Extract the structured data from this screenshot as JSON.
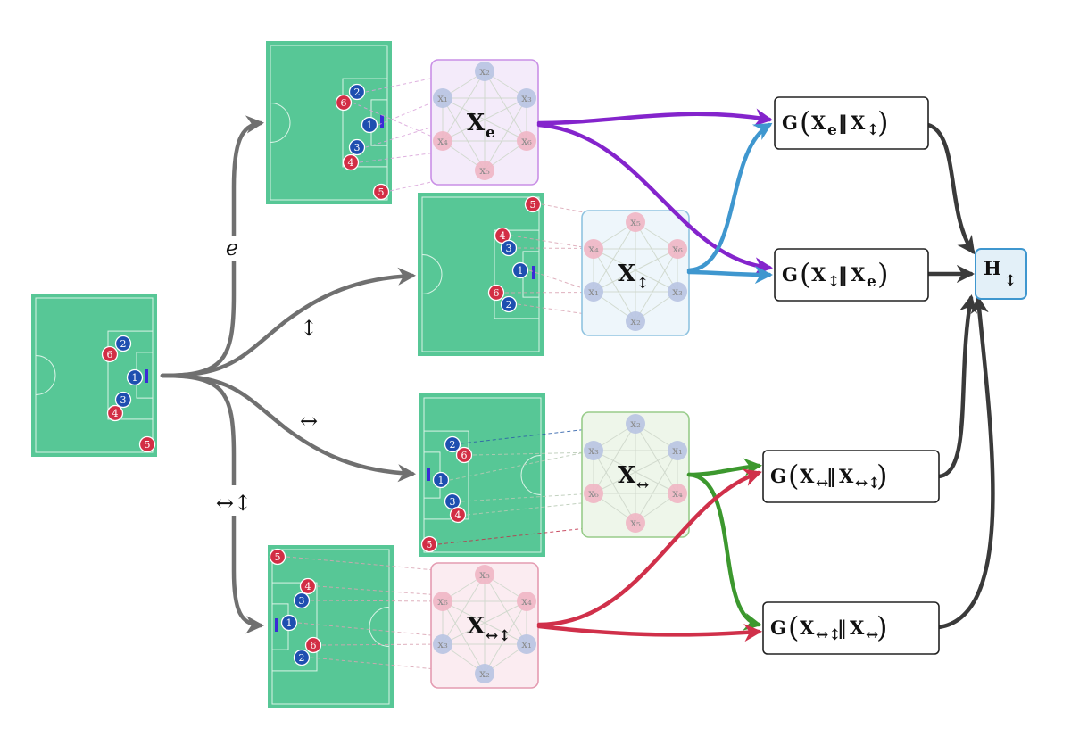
{
  "branches": [
    {
      "id": "identity",
      "label": "e"
    },
    {
      "id": "vflip",
      "label": "↕"
    },
    {
      "id": "hflip",
      "label": "↔"
    },
    {
      "id": "hvflip",
      "label": "↔↕"
    }
  ],
  "graph_nodes": [
    {
      "id": "e",
      "main": "X",
      "sub": "e",
      "nodes": [
        "x₂",
        "x₁",
        "x₃",
        "x₄",
        "x₆",
        "x₅"
      ]
    },
    {
      "id": "v",
      "main": "X",
      "sub": "↕",
      "nodes": [
        "x₅",
        "x₄",
        "x₆",
        "x₁",
        "x₃",
        "x₂"
      ]
    },
    {
      "id": "h",
      "main": "X",
      "sub": "↔",
      "nodes": [
        "x₂",
        "x₃",
        "x₁",
        "x₆",
        "x₄",
        "x₅"
      ]
    },
    {
      "id": "hv",
      "main": "X",
      "sub": "↔↕",
      "nodes": [
        "x₅",
        "x₆",
        "x₄",
        "x₃",
        "x₁",
        "x₂"
      ]
    }
  ],
  "g_boxes": [
    {
      "id": "g1",
      "func": "G",
      "a": "X",
      "a_sub": "e",
      "sep": "‖",
      "b": "X",
      "b_sub": "↕"
    },
    {
      "id": "g2",
      "func": "G",
      "a": "X",
      "a_sub": "↕",
      "sep": "‖",
      "b": "X",
      "b_sub": "e"
    },
    {
      "id": "g3",
      "func": "G",
      "a": "X",
      "a_sub": "↔",
      "sep": "‖",
      "b": "X",
      "b_sub": "↔↕"
    },
    {
      "id": "g4",
      "func": "G",
      "a": "X",
      "a_sub": "↔↕",
      "sep": "‖",
      "b": "X",
      "b_sub": "↔"
    }
  ],
  "output": {
    "main": "H",
    "sub": "↕"
  },
  "players": {
    "blue": [
      "1",
      "2",
      "3"
    ],
    "red": [
      "4",
      "5",
      "6"
    ]
  },
  "colors": {
    "pitch": "#57c796",
    "pitch_line": "#d9f3e6",
    "player_blue": "#1e4fb0",
    "player_red": "#d22e45",
    "branch_arrow": "#707070",
    "purple": "#8424cc",
    "blue": "#3f97cf",
    "green": "#3c982e",
    "red": "#d0304a",
    "dark": "#3a3a3a",
    "box_e_fill": "#f4ebfa",
    "box_e_stroke": "#c98fe6",
    "box_v_fill": "#eef6fb",
    "box_v_stroke": "#8fc3e0",
    "box_h_fill": "#eef6ea",
    "box_h_stroke": "#98cc8a",
    "box_hv_fill": "#fbecf1",
    "box_hv_stroke": "#e49bb1",
    "output_fill": "#e3f0f8",
    "output_stroke": "#3f97cf"
  }
}
